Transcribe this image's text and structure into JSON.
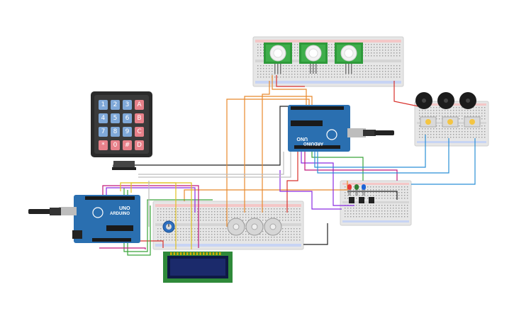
{
  "keypad": {
    "keys": [
      "1",
      "2",
      "3",
      "A",
      "4",
      "5",
      "6",
      "B",
      "7",
      "8",
      "9",
      "C",
      "*",
      "0",
      "#",
      "D"
    ]
  },
  "arduino_left": {
    "model": "UNO",
    "brand": "ARDUINO"
  },
  "arduino_right": {
    "model": "UNO",
    "brand": "ARDUINO"
  },
  "pir_sensor_count": 3,
  "buzzer_count": 3,
  "servo_count": 3,
  "led_colors": [
    "#e53935",
    "#2e7d32",
    "#1e63d6"
  ],
  "photoresistor_count": 3,
  "colors": {
    "board": "#2a6fb0",
    "breadboard": "#e6e6e6",
    "pir": "#2e9a3a",
    "lcd_screen": "#1b2a6b",
    "lcd_pcb": "#2f8a3a",
    "wire_orange": "#e8892c",
    "wire_red": "#d8312c",
    "wire_green": "#3aa53a",
    "wire_purple": "#8a2be2",
    "wire_black": "#222222",
    "wire_blue": "#2a8fd6",
    "wire_yellow": "#e0c020",
    "wire_magenta": "#c2187a"
  }
}
